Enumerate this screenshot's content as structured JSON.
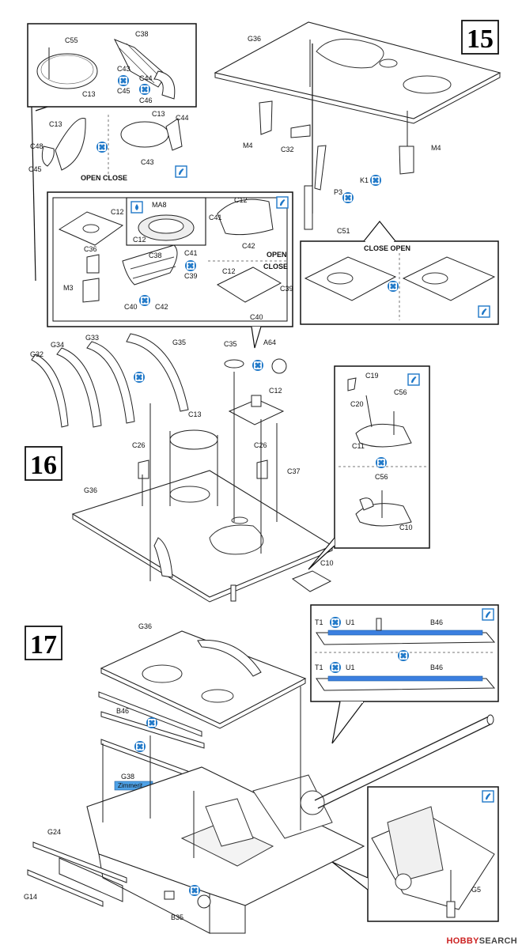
{
  "steps": {
    "s15": "15",
    "s16": "16",
    "s17": "17"
  },
  "icons": {
    "glue": "glue-drop-icon",
    "bothsides": "two-sided-cement-icon",
    "paint": "paint-drop-icon"
  },
  "colors": {
    "icon_blue": "#1f78c8",
    "bar_blue": "#3b7fe0",
    "tag_blue": "#4ea1e6"
  },
  "texts": {
    "open_close_1": "OPEN   CLOSE",
    "open_close_2_open": "OPEN",
    "open_close_2_close": "CLOSE",
    "close_open_3": "CLOSE   OPEN",
    "zimmerit": "Zimmerit"
  },
  "labels15": {
    "c55": "C55",
    "c38": "C38",
    "c43a": "C43",
    "c45a": "C45",
    "c44a": "C44",
    "c46": "C46",
    "c13a": "C13",
    "c13b": "C13",
    "c48": "C48",
    "c45b": "C45",
    "c13c": "C13",
    "c44b": "C44",
    "c43b": "C43",
    "g36": "G36",
    "m4a": "M4",
    "c32": "C32",
    "m4b": "M4",
    "k1": "K1",
    "p3": "P3",
    "c51": "C51",
    "c12a": "C12",
    "ma8": "MA8",
    "c12b": "C12",
    "c12c": "C12",
    "c41a": "C41",
    "c42a": "C42",
    "c36": "C36",
    "c38b": "C38",
    "c41b": "C41",
    "c39a": "C39",
    "m3": "M3",
    "c40a": "C40",
    "c42b": "C42",
    "c12d": "C12",
    "c39b": "C39",
    "c40b": "C40"
  },
  "labels16": {
    "g32": "G32",
    "g34": "G34",
    "g33": "G33",
    "g35": "G35",
    "c35": "C35",
    "a64": "A64",
    "c12": "C12",
    "c13": "C13",
    "c26a": "C26",
    "c26b": "C26",
    "c37": "C37",
    "g36": "G36",
    "c10": "C10",
    "c19": "C19",
    "c20": "C20",
    "c56a": "C56",
    "c11": "C11",
    "c56b": "C56",
    "c10b": "C10"
  },
  "labels17": {
    "g36": "G36",
    "b46": "B46",
    "g38": "G38",
    "g24": "G24",
    "g14": "G14",
    "b35": "B35",
    "t1a": "T1",
    "u1a": "U1",
    "b46a": "B46",
    "t1b": "T1",
    "u1b": "U1",
    "b46b": "B46",
    "g5": "G5"
  },
  "footer": {
    "brand": "HOBBY",
    "rest": "SEARCH"
  }
}
